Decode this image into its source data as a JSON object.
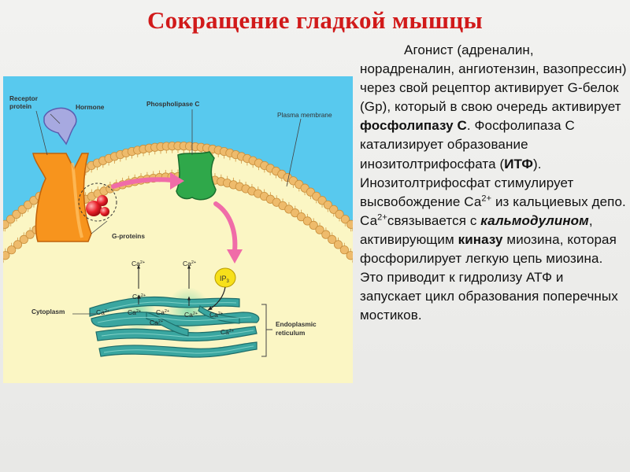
{
  "title": "Сокращение гладкой мышцы",
  "paragraph": {
    "t1": "Агонист (адреналин, норадреналин, ангиотензин, вазопрессин) через свой рецептор активирует G-белок (Gp), который в свою очередь активирует ",
    "b1": "фосфолипазу С",
    "t2": ". Фосфолипаза С катализирует образование инозитолтрифосфата (",
    "b2": "ИТФ",
    "t3": "). Инозитолтрифосфат стимулирует высвобождение Са",
    "sup1": "2+",
    "t4": " из кальциевых депо. Са",
    "sup2": "2+",
    "t5": "связывается с ",
    "bi1": "кальмодулином",
    "t6": ", активирующим ",
    "b3": "киназу",
    "t7": " миозина, которая фосфорилирует легкую цепь миозина. Это приводит к гидролизу АТФ и запускает цикл образования поперечных мостиков."
  },
  "diagram": {
    "receptor_label_1": "Receptor",
    "receptor_label_2": "protein",
    "hormone_label": "Hormone",
    "phospholipase_label": "Phospholipase C",
    "membrane_label": "Plasma membrane",
    "gproteins_label": "G-proteins",
    "cytoplasm_label": "Cytoplasm",
    "er_label_1": "Endoplasmic",
    "er_label_2": "reticulum",
    "ip3_main": "IP",
    "ip3_sub": "3",
    "ca_main": "Ca",
    "ca_sup": "2+",
    "colors": {
      "extracellular": "#58c9ee",
      "cytoplasm": "#fbf6c4",
      "lipid_head": "#eebb6c",
      "receptor": "#f7941d",
      "hormone": "#a7a9e0",
      "phospholipase": "#2fa84a",
      "g_protein": "#e8202a",
      "er": "#3aa6a0",
      "arrow": "#f06ca8",
      "ip3": "#f7e01a",
      "title": "#d11a1a"
    }
  }
}
